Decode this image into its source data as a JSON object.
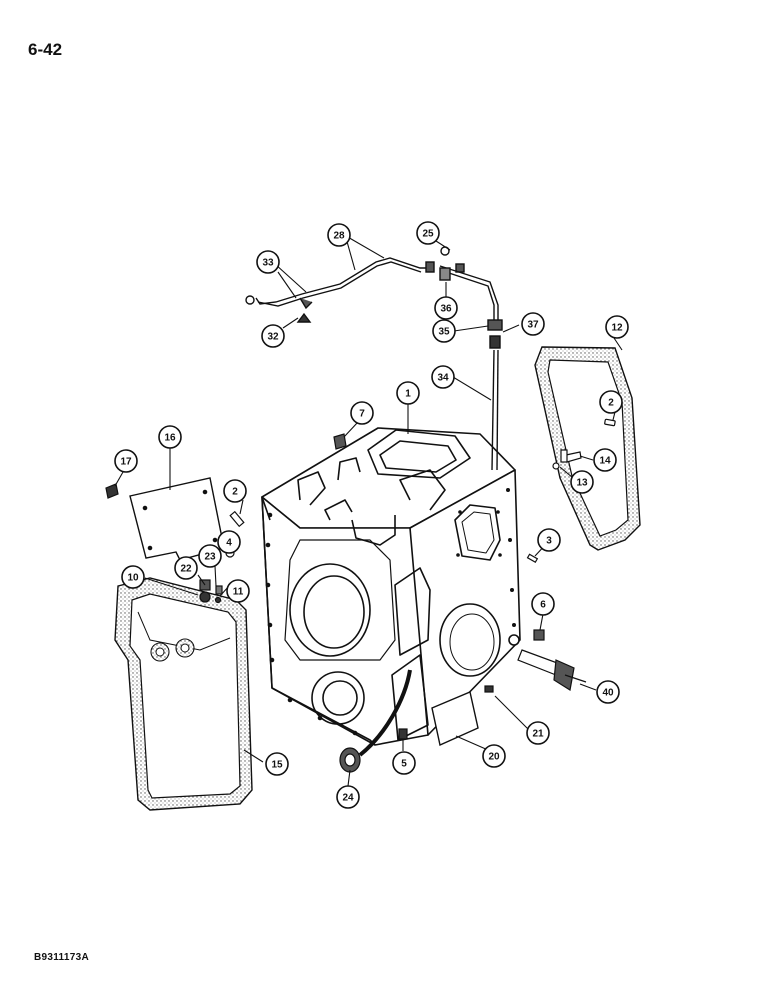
{
  "page_number": "6-42",
  "figure_code": "B9311173A",
  "callouts": [
    {
      "id": "c1",
      "label": "1"
    },
    {
      "id": "c2a",
      "label": "2"
    },
    {
      "id": "c2b",
      "label": "2"
    },
    {
      "id": "c3",
      "label": "3"
    },
    {
      "id": "c4",
      "label": "4"
    },
    {
      "id": "c5",
      "label": "5"
    },
    {
      "id": "c6",
      "label": "6"
    },
    {
      "id": "c7",
      "label": "7"
    },
    {
      "id": "c10",
      "label": "10"
    },
    {
      "id": "c11",
      "label": "11"
    },
    {
      "id": "c12",
      "label": "12"
    },
    {
      "id": "c13",
      "label": "13"
    },
    {
      "id": "c14",
      "label": "14"
    },
    {
      "id": "c15",
      "label": "15"
    },
    {
      "id": "c16",
      "label": "16"
    },
    {
      "id": "c17",
      "label": "17"
    },
    {
      "id": "c20",
      "label": "20"
    },
    {
      "id": "c21",
      "label": "21"
    },
    {
      "id": "c22",
      "label": "22"
    },
    {
      "id": "c23",
      "label": "23"
    },
    {
      "id": "c24",
      "label": "24"
    },
    {
      "id": "c25",
      "label": "25"
    },
    {
      "id": "c28",
      "label": "28"
    },
    {
      "id": "c32",
      "label": "32"
    },
    {
      "id": "c33",
      "label": "33"
    },
    {
      "id": "c34",
      "label": "34"
    },
    {
      "id": "c35",
      "label": "35"
    },
    {
      "id": "c36",
      "label": "36"
    },
    {
      "id": "c37",
      "label": "37"
    },
    {
      "id": "c40",
      "label": "40"
    }
  ]
}
